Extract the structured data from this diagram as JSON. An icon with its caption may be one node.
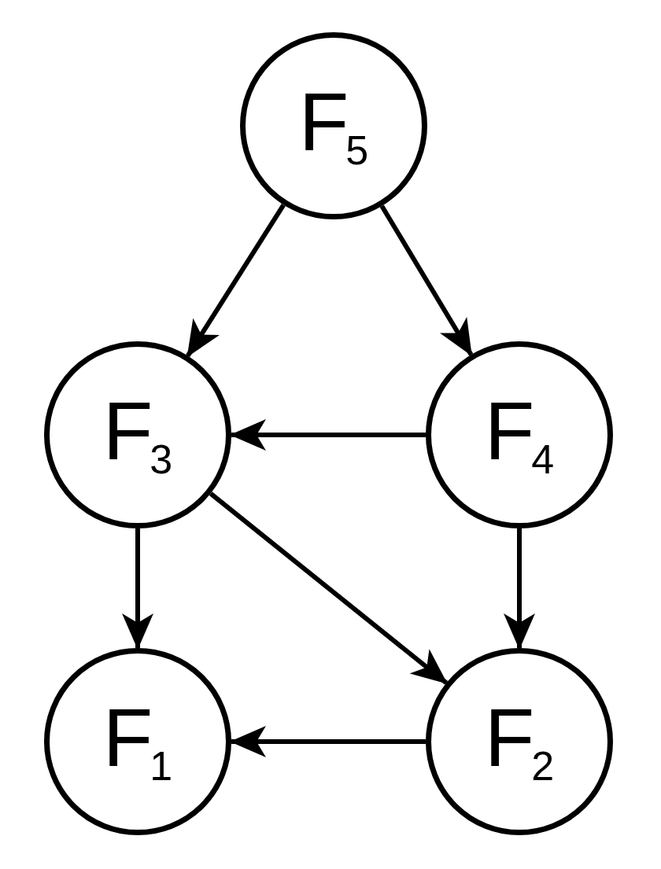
{
  "diagram": {
    "nodes": [
      {
        "text": [
          "F$_{5}$"
        ]
      },
      {
        "text": [
          "F$_{3}$"
        ]
      },
      {
        "text": [
          "F$_{4}$"
        ]
      },
      {
        "text": [
          "F$_{1}$"
        ]
      },
      {
        "text": [
          "F$_{2}$"
        ]
      }
    ],
    "edges": [
      {
        "from": 0,
        "to": 1,
        "arrow": "to"
      },
      {
        "from": 0,
        "to": 2,
        "arrow": "to"
      },
      {
        "from": 2,
        "to": 1,
        "arrow": "to"
      },
      {
        "from": 1,
        "to": 3,
        "arrow": "to"
      },
      {
        "from": 1,
        "to": 4,
        "arrow": "to"
      },
      {
        "from": 2,
        "to": 4,
        "arrow": "to"
      },
      {
        "from": 4,
        "to": 3,
        "arrow": "to"
      }
    ]
  }
}
